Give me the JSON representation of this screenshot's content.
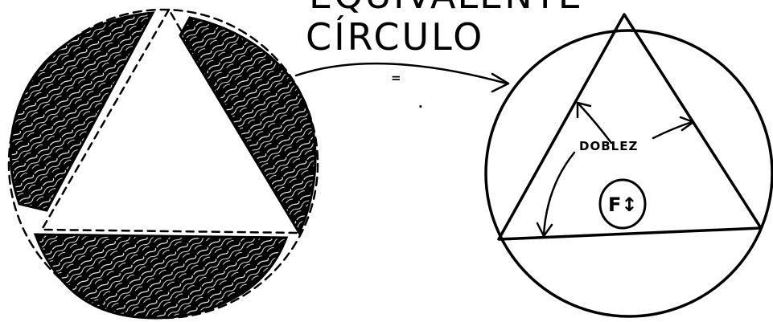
{
  "labels": {
    "title_top": "EQUIVALENTE",
    "title": "CÍRCULO",
    "equals_mark": "=",
    "dot_mark": ".",
    "fold_label": "DOBLEZ",
    "fold_symbol": "F↕"
  },
  "colors": {
    "ink": "#000000",
    "paper": "#ffffff"
  }
}
